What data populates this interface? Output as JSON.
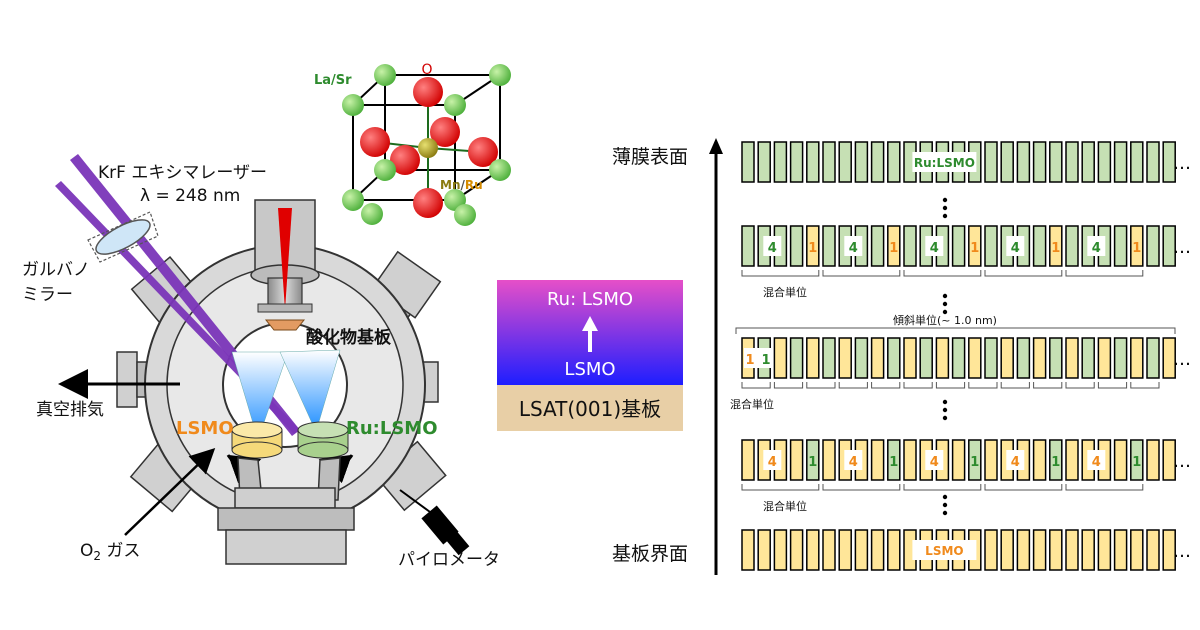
{
  "laser": {
    "line1": "KrF エキシマレーザー",
    "line2": "λ = 248 nm"
  },
  "galvano": {
    "line1": "ガルバノ",
    "line2": "ミラー"
  },
  "exhaust_label": "真空排気",
  "gas_label_o": "O",
  "gas_label_sub": "2",
  "gas_label_rest": " ガス",
  "pyrometer_label": "パイロメータ",
  "substrate_label": "酸化物基板",
  "target_lsmo": "LSMO",
  "target_rulsmo": "Ru:LSMO",
  "crystal": {
    "o": "O",
    "lasr": "La/Sr",
    "mn": "Mn",
    "slash": "/",
    "ru": "Ru"
  },
  "stack": {
    "top": "Ru: LSMO",
    "bottom": "LSMO",
    "substrate": "LSAT(001)基板"
  },
  "layers": {
    "surface": "薄膜表面",
    "interface": "基板界面",
    "top_tag": "Ru:LSMO",
    "bottom_tag": "LSMO",
    "mix_unit": "混合単位",
    "tilt_unit": "傾斜単位(~ 1.0 nm)",
    "ellipsis": "…",
    "n4": "4",
    "n1": "1"
  },
  "colors": {
    "green": "#c6e0b4",
    "yellow": "#ffe699",
    "green_text": "#2e8b2e",
    "orange_text": "#f08a1c",
    "magenta": "#e64fc8",
    "blue": "#1e1eff",
    "tan": "#e8cfa6"
  }
}
